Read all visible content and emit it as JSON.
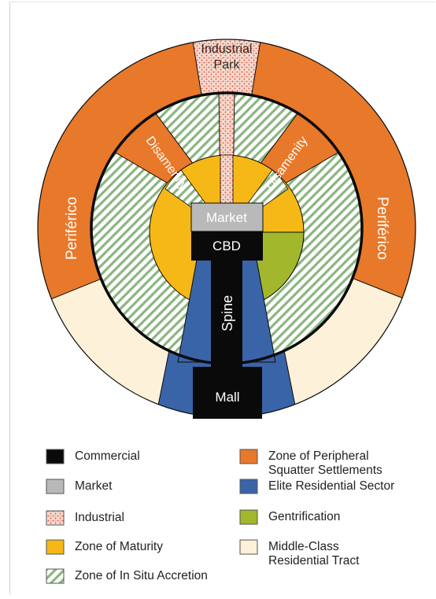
{
  "diagram": {
    "zone_labels": {
      "industrial_park": [
        "Industrial",
        "Park"
      ],
      "periferico_left": "Periférico",
      "periferico_right": "Periférico",
      "disamenity_left": "Disamenity",
      "disamenity_right": "Disamenity",
      "market": "Market",
      "cbd": "CBD",
      "spine": "Spine",
      "mall": "Mall"
    },
    "colors": {
      "commercial": "#0a0a0a",
      "market": "#b9b9b9",
      "industrial_bg": "#f7ddd2",
      "industrial_dot": "#d9604a",
      "maturity": "#f6b817",
      "in_situ_bg": "#ffffff",
      "in_situ_stripe": "#8bb580",
      "peripheral": "#e8782a",
      "elite": "#3a64a8",
      "gentrification": "#a2b72b",
      "middle_class": "#fdf1d9",
      "outline": "#0a0a0a"
    }
  },
  "legend": {
    "commercial": "Commercial",
    "market": "Market",
    "industrial": "Industrial",
    "maturity": "Zone of Maturity",
    "in_situ": "Zone of In Situ Accretion",
    "peripheral": [
      "Zone of Peripheral",
      "Squatter Settlements"
    ],
    "elite": "Elite Residential Sector",
    "gentrification": "Gentrification",
    "middle_class": [
      "Middle-Class",
      "Residential Tract"
    ]
  }
}
